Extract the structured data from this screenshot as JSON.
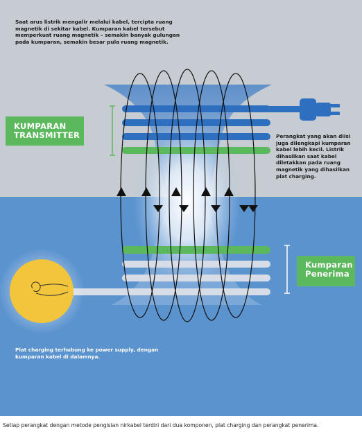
{
  "intro_text": "Saat arus listrik mengalir melalui kabel, tercipta ruang magnetik di sekitar kabel. Kumparan kabel tersebut memperkuat ruang magnetik – semakin banyak gulungan pada kumparan, semakin besar pula ruang magnetik.",
  "transmitter_label": "KUMPARAN TRANSMITTER",
  "receiver_label": "Kumparan Penerima",
  "receiver_note": "Perangkat yang akan diisi juga dilengkapi kumparan kabel lebih kecil. Listrik dihasilkan saat kabel diletakkan pada ruang magnetik yang dihasilkan plat charging.",
  "plate_note": "Plat charging terhubung ke power supply, dengan kumparan kabel di dalamnya.",
  "caption": "Setiap perangkat dengan metode pengisian nirkabel terdiri dari dua komponen, plat charging dan perangkat penerima.",
  "colors": {
    "upper_bg": "#c6ccd1",
    "lower_bg": "#5b93cf",
    "coil_blue": "#2e6fbf",
    "coil_green": "#5cb85c",
    "coil_white": "#d6dde6",
    "bulb": "#f2c53a"
  },
  "icons": {
    "plug": "plug-icon",
    "bulb": "light-bulb-icon",
    "arrow_up": "arrow-up-icon",
    "arrow_down": "arrow-down-icon"
  }
}
